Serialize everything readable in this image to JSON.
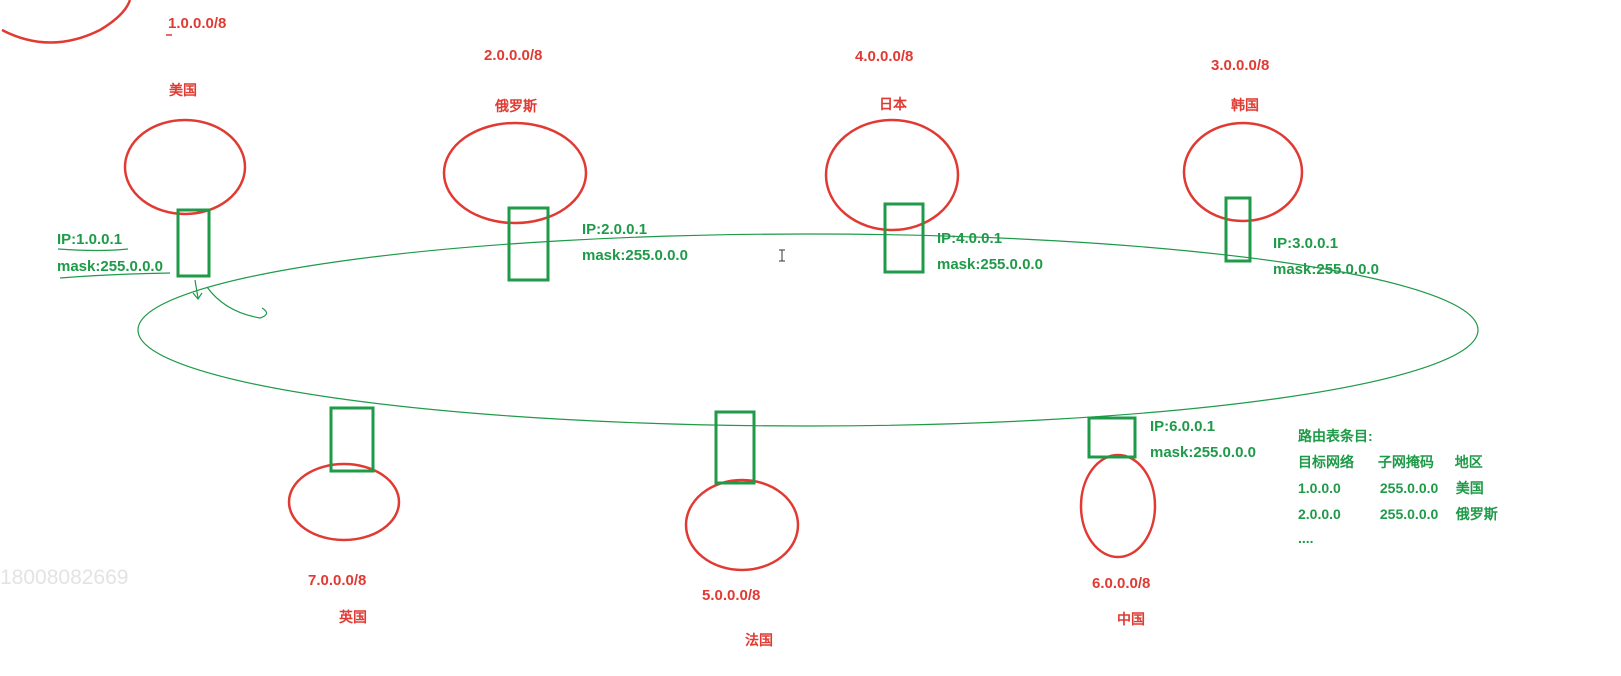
{
  "colors": {
    "network": "#e03a33",
    "router": "#1e9a48",
    "backbone": "#1e9a48"
  },
  "networks": [
    {
      "id": "us",
      "name": "美国",
      "cidr": "1.0.0.0/8",
      "ip": "IP:1.0.0.1",
      "mask": "mask:255.0.0.0"
    },
    {
      "id": "ru",
      "name": "俄罗斯",
      "cidr": "2.0.0.0/8",
      "ip": "IP:2.0.0.1",
      "mask": "mask:255.0.0.0"
    },
    {
      "id": "jp",
      "name": "日本",
      "cidr": "4.0.0.0/8",
      "ip": "IP:4.0.0.1",
      "mask": "mask:255.0.0.0"
    },
    {
      "id": "kr",
      "name": "韩国",
      "cidr": "3.0.0.0/8",
      "ip": "IP:3.0.0.1",
      "mask": "mask:255.0.0.0"
    },
    {
      "id": "uk",
      "name": "英国",
      "cidr": "7.0.0.0/8"
    },
    {
      "id": "fr",
      "name": "法国",
      "cidr": "5.0.0.0/8"
    },
    {
      "id": "cn",
      "name": "中国",
      "cidr": "6.0.0.0/8",
      "ip": "IP:6.0.0.1",
      "mask": "mask:255.0.0.0"
    }
  ],
  "routing_table": {
    "title": "路由表条目:",
    "headers": [
      "目标网络",
      "子网掩码",
      "地区"
    ],
    "rows": [
      [
        "1.0.0.0",
        "255.0.0.0",
        "美国"
      ],
      [
        "2.0.0.0",
        "255.0.0.0",
        "俄罗斯"
      ]
    ],
    "ellipsis": "...."
  },
  "watermark": "18008082669"
}
